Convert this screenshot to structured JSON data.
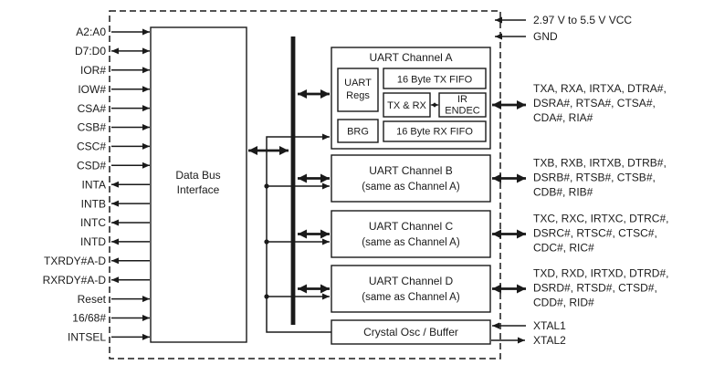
{
  "colors": {
    "ink": "#1a1a1a",
    "background": "#ffffff"
  },
  "power": {
    "vcc": "2.97 V to 5.5 V VCC",
    "gnd": "GND"
  },
  "left_pins": [
    {
      "label": "A2:A0",
      "dir": "in"
    },
    {
      "label": "D7:D0",
      "dir": "bidir"
    },
    {
      "label": "IOR#",
      "dir": "in"
    },
    {
      "label": "IOW#",
      "dir": "in"
    },
    {
      "label": "CSA#",
      "dir": "in"
    },
    {
      "label": "CSB#",
      "dir": "in"
    },
    {
      "label": "CSC#",
      "dir": "in"
    },
    {
      "label": "CSD#",
      "dir": "in"
    },
    {
      "label": "INTA",
      "dir": "out"
    },
    {
      "label": "INTB",
      "dir": "out"
    },
    {
      "label": "INTC",
      "dir": "out"
    },
    {
      "label": "INTD",
      "dir": "out"
    },
    {
      "label": "TXRDY#A-D",
      "dir": "out"
    },
    {
      "label": "RXRDY#A-D",
      "dir": "out"
    },
    {
      "label": "Reset",
      "dir": "in"
    },
    {
      "label": "16/68#",
      "dir": "in"
    },
    {
      "label": "INTSEL",
      "dir": "in"
    }
  ],
  "data_bus_interface": {
    "line1": "Data Bus",
    "line2": "Interface"
  },
  "channel_a": {
    "title": "UART Channel A",
    "uart_regs_line1": "UART",
    "uart_regs_line2": "Regs",
    "brg": "BRG",
    "tx_fifo": "16 Byte TX FIFO",
    "tx_rx": "TX & RX",
    "ir_endec_line1": "IR",
    "ir_endec_line2": "ENDEC",
    "rx_fifo": "16 Byte RX FIFO",
    "signals": [
      "TXA, RXA, IRTXA, DTRA#,",
      "DSRA#, RTSA#, CTSA#,",
      "CDA#, RIA#"
    ]
  },
  "channels": [
    {
      "title": "UART Channel B",
      "subtitle": "(same as Channel A)",
      "signals": [
        "TXB, RXB, IRTXB, DTRB#,",
        "DSRB#, RTSB#, CTSB#,",
        "CDB#, RIB#"
      ]
    },
    {
      "title": "UART Channel C",
      "subtitle": "(same as Channel A)",
      "signals": [
        "TXC, RXC, IRTXC, DTRC#,",
        "DSRC#, RTSC#, CTSC#,",
        "CDC#, RIC#"
      ]
    },
    {
      "title": "UART Channel D",
      "subtitle": "(same as Channel A)",
      "signals": [
        "TXD, RXD, IRTXD, DTRD#,",
        "DSRD#, RTSD#, CTSD#,",
        "CDD#, RID#"
      ]
    }
  ],
  "oscillator": {
    "box_label": "Crystal Osc / Buffer",
    "xtal1": "XTAL1",
    "xtal2": "XTAL2"
  }
}
